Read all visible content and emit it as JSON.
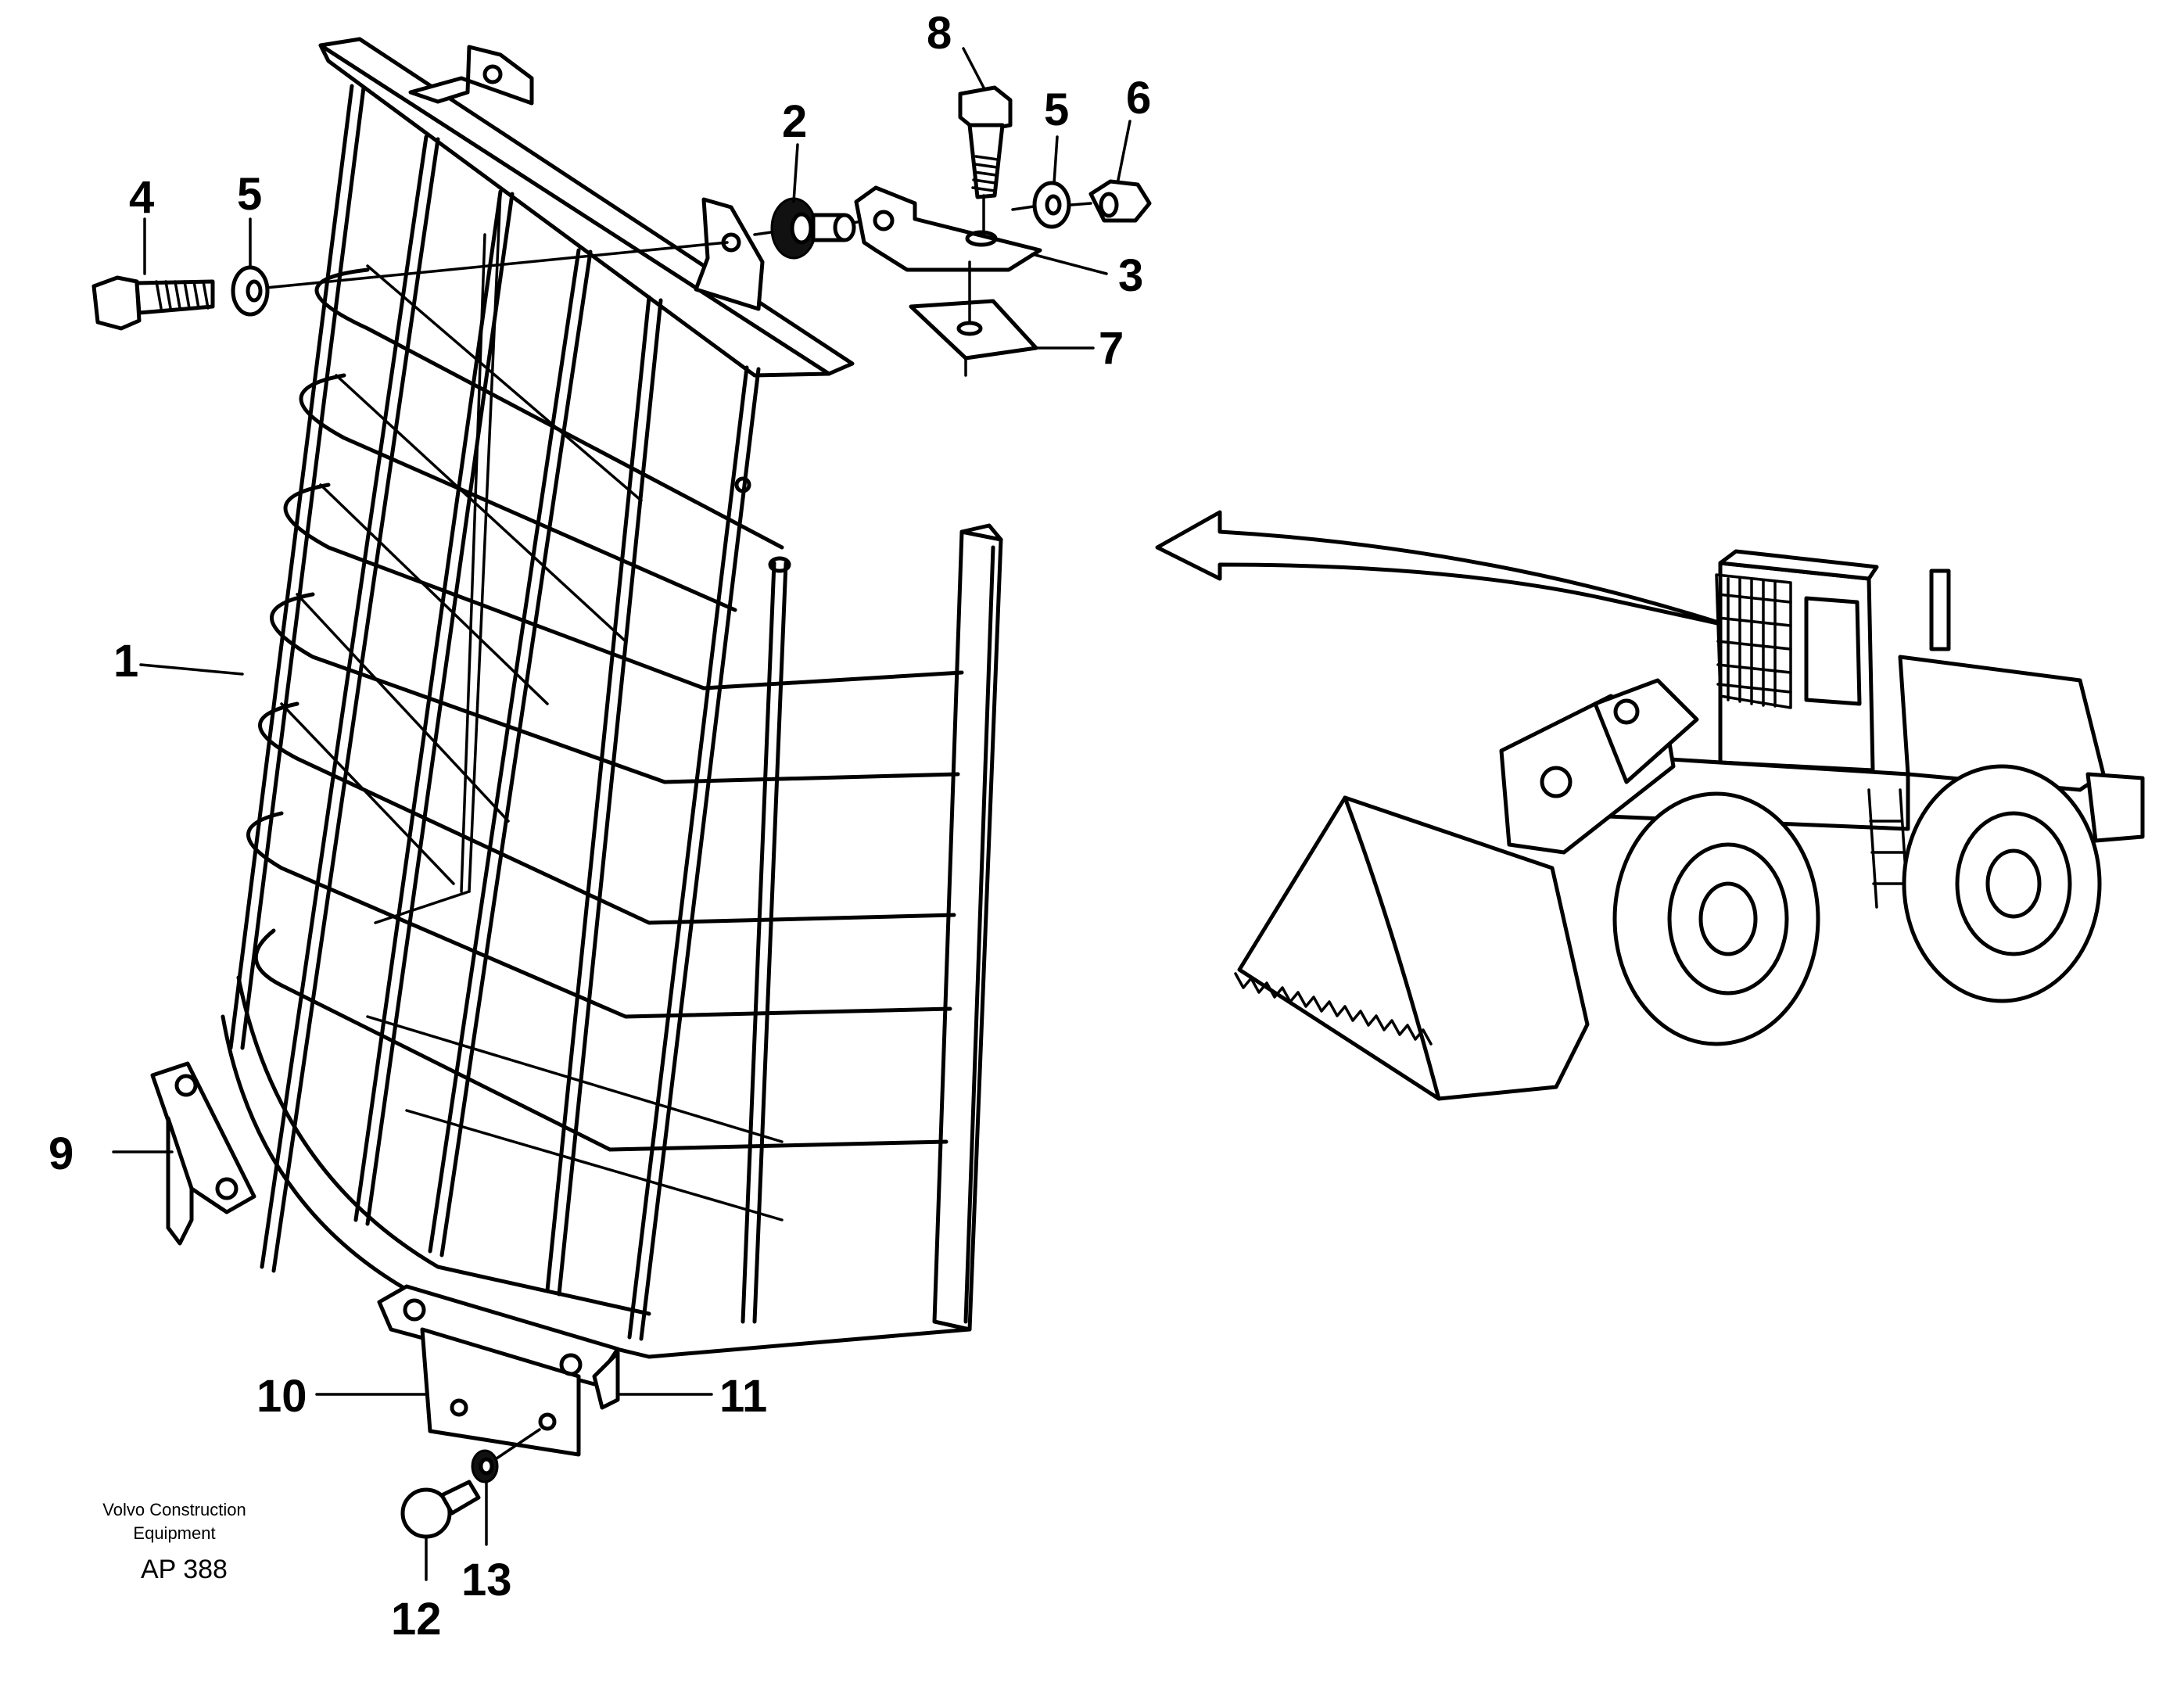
{
  "callouts": {
    "c1": "1",
    "c2": "2",
    "c3": "3",
    "c4": "4",
    "c5a": "5",
    "c5b": "5",
    "c6": "6",
    "c7": "7",
    "c8": "8",
    "c9": "9",
    "c10": "10",
    "c11": "11",
    "c12": "12",
    "c13": "13"
  },
  "footer": {
    "company_line1": "Volvo Construction",
    "company_line2": "Equipment",
    "drawing_code": "AP 388"
  },
  "icons": [
    "guard-grille-icon",
    "loader-machine-icon",
    "arrow-left-icon",
    "bolt-icon",
    "washer-icon",
    "nut-icon",
    "bracket-icon",
    "rubber-mount-icon"
  ]
}
